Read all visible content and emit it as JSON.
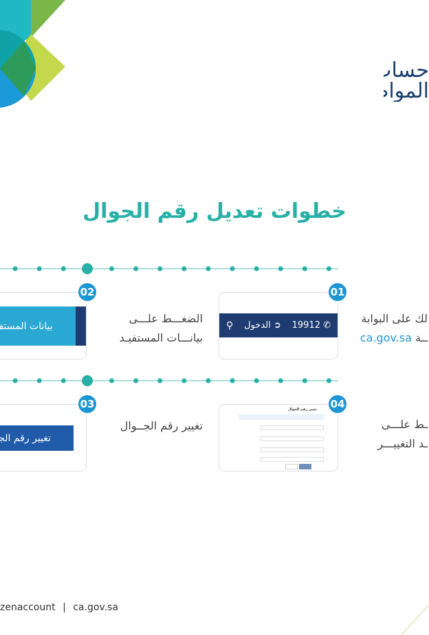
{
  "logo": {
    "line1": "حساب",
    "line2": "المواطن"
  },
  "title": "خطوات تعديل رقم الجوال",
  "colors": {
    "teal": "#27b0a6",
    "badge": "#1e96d3",
    "navy": "#1f3c70",
    "light_blue": "#2aa8d4",
    "button_blue": "#1f5ba8"
  },
  "steps": [
    {
      "number": "01",
      "line1": "لك على البوابة",
      "line2_prefix": "ــة",
      "line2_link": "ca.gov.sa",
      "preview": {
        "phone": "19912",
        "login": "الدخول",
        "phone_icon": "phone-icon",
        "login_icon": "login-icon",
        "search_icon": "search-icon"
      }
    },
    {
      "number": "02",
      "line1": "الضغـــط علـــى",
      "line2": "بيانـــات المستفيـد",
      "preview": {
        "button": "بيانات المستف"
      }
    },
    {
      "number": "03",
      "line1": "تغيير رقم الجــوال",
      "preview": {
        "button": "تغيير رقم الجو"
      }
    },
    {
      "number": "04",
      "line1": "ـط علـــى",
      "line2": "ـد التغييـــر",
      "preview": {
        "heading": "تغيير رقم الجوال"
      }
    }
  ],
  "footer": {
    "handle": "zenaccount",
    "separator": "|",
    "site": "ca.gov.sa"
  }
}
